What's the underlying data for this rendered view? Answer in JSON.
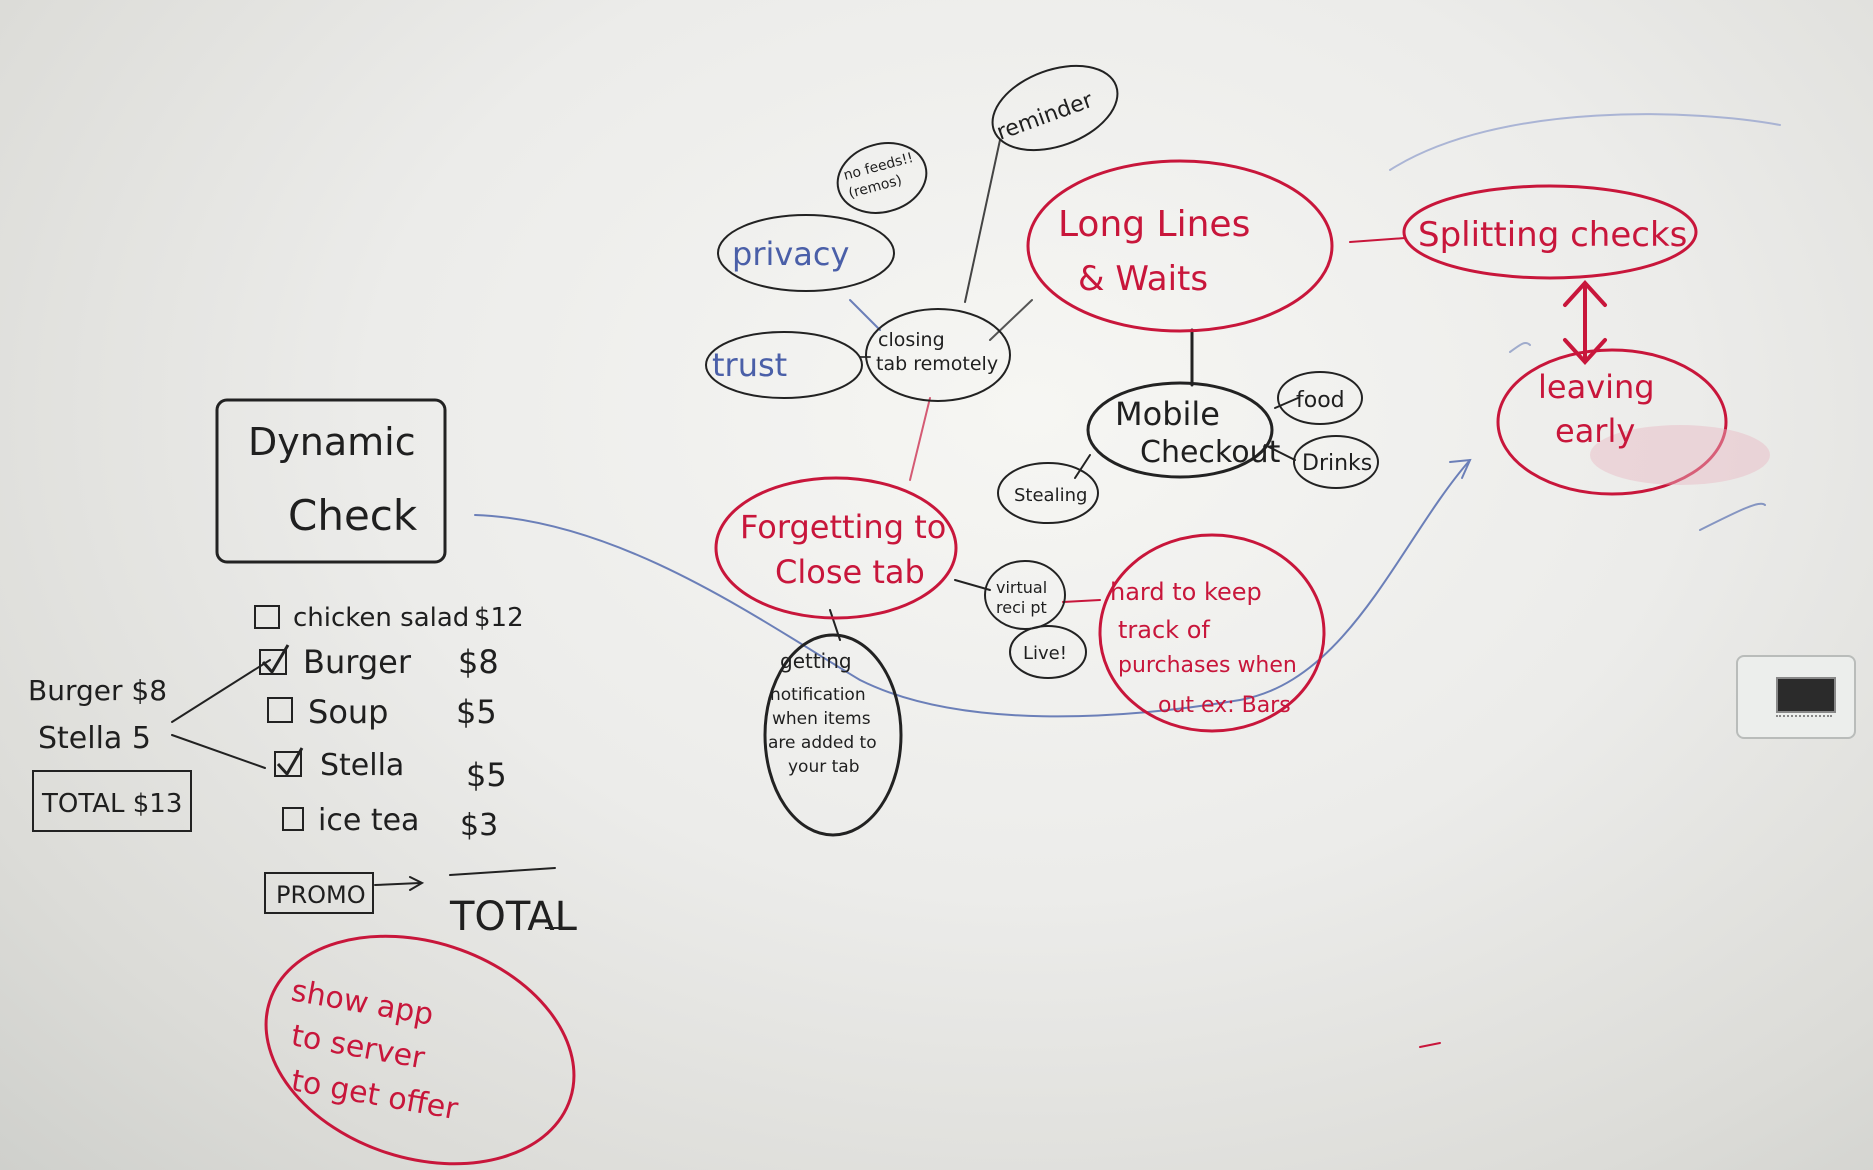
{
  "dynamic_check": {
    "title_line1": "Dynamic",
    "title_line2": "Check",
    "items": [
      {
        "label": "chicken salad",
        "price": "$12",
        "checked": false
      },
      {
        "label": "Burger",
        "price": "$8",
        "checked": true
      },
      {
        "label": "Soup",
        "price": "$5",
        "checked": false
      },
      {
        "label": "Stella",
        "price": "$5",
        "checked": true
      },
      {
        "label": "ice tea",
        "price": "$3",
        "checked": false
      }
    ],
    "promo": "PROMO",
    "total": "TOTAL"
  },
  "receipt": {
    "line1": "Burger $8",
    "line2": "Stella 5",
    "total": "TOTAL $13"
  },
  "show_app": {
    "line1": "show app",
    "line2": "to server",
    "line3": "to get offer"
  },
  "mindmap": {
    "reminder": "reminder",
    "no_feeds": "no feeds!!",
    "no_feeds2": "(remos)",
    "privacy": "privacy",
    "trust": "trust",
    "closing_tab_1": "closing",
    "closing_tab_2": "tab remotely",
    "long_lines_1": "Long Lines",
    "long_lines_2": "& Waits",
    "splitting_checks": "Splitting checks",
    "leaving_early_1": "leaving",
    "leaving_early_2": "early",
    "mobile_checkout_1": "Mobile",
    "mobile_checkout_2": "Checkout",
    "food": "food",
    "drinks": "Drinks",
    "stealing": "Stealing",
    "forgetting_1": "Forgetting to",
    "forgetting_2": "Close tab",
    "virtual_receipt_1": "virtual",
    "virtual_receipt_2": "reci pt",
    "live": "Live!",
    "hard_to_keep_1": "hard to keep",
    "hard_to_keep_2": "track of",
    "hard_to_keep_3": "purchases when",
    "hard_to_keep_4": "out  ex: Bars",
    "getting_1": "getting",
    "getting_2": "notification",
    "getting_3": "when items",
    "getting_4": "are added to",
    "getting_5": "your tab"
  },
  "colors": {
    "red_marker": "#c8163b",
    "black_marker": "#1f1f1f",
    "blue_marker": "#4a5fa8"
  }
}
